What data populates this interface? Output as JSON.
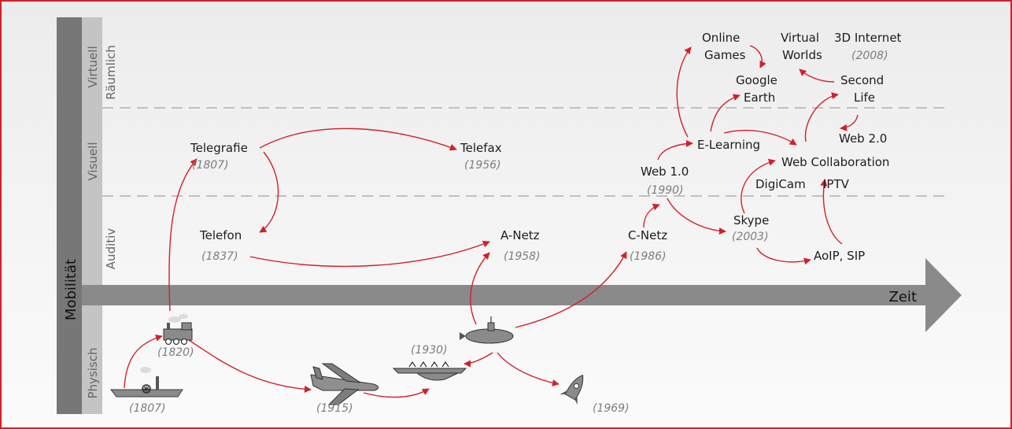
{
  "axis": {
    "vertical_title": "Mobilität",
    "horizontal_title": "Zeit",
    "bands": [
      {
        "id": "virtuell",
        "label": "Virtuell",
        "sublabel": "Räumlich"
      },
      {
        "id": "visuell",
        "label": "Visuell"
      },
      {
        "id": "auditiv",
        "label": "Auditiv"
      },
      {
        "id": "physisch",
        "label": "Physisch"
      }
    ]
  },
  "nodes": {
    "telegrafie": {
      "name": "Telegrafie",
      "year": "(1807)"
    },
    "telefax": {
      "name": "Telefax",
      "year": "(1956)"
    },
    "telefon": {
      "name": "Telefon",
      "year": "(1837)"
    },
    "anetz": {
      "name": "A-Netz",
      "year": "(1958)"
    },
    "cnetz": {
      "name": "C-Netz",
      "year": "(1986)"
    },
    "web1": {
      "name": "Web 1.0",
      "year": "(1990)"
    },
    "elearning": {
      "name": "E-Learning"
    },
    "online_games": {
      "line1": "Online",
      "line2": "Games"
    },
    "google_earth": {
      "line1": "Google",
      "line2": "Earth"
    },
    "virtual_worlds": {
      "line1": "Virtual",
      "line2": "Worlds"
    },
    "internet3d": {
      "name": "3D Internet",
      "year": "(2008)"
    },
    "second_life": {
      "line1": "Second",
      "line2": "Life"
    },
    "web2": {
      "name": "Web 2.0"
    },
    "webcollab": {
      "name": "Web Collaboration"
    },
    "digicam": {
      "name": "DigiCam"
    },
    "iptv": {
      "name": "IPTV"
    },
    "skype": {
      "name": "Skype",
      "year": "(2003)"
    },
    "aoip": {
      "name": "AoIP, SIP"
    },
    "steamship": {
      "year": "(1807)"
    },
    "locomotive": {
      "year": "(1820)"
    },
    "airplane": {
      "year": "(1915)"
    },
    "seaplane": {
      "year": "(1930)"
    },
    "rocket": {
      "year": "(1969)"
    }
  },
  "colors": {
    "arrow": "#d42027",
    "axis": "#8a8a8a",
    "band_label": "#c4c4c4",
    "vertical_bar": "#777777",
    "separator": "#c0c0c0"
  }
}
